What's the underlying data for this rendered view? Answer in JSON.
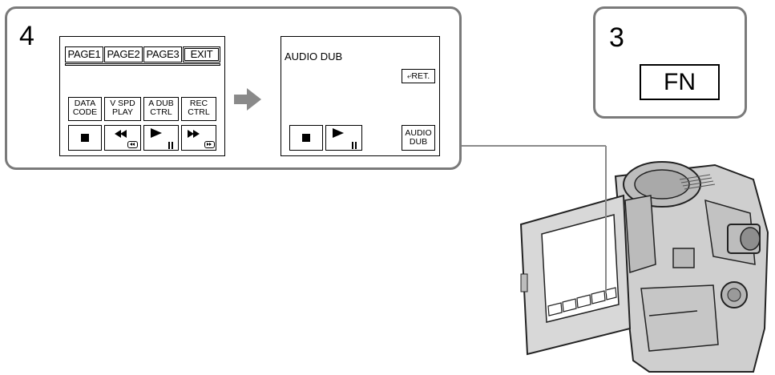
{
  "step_left": {
    "number": "4"
  },
  "step_right": {
    "number": "3",
    "fn_label": "FN"
  },
  "screen1": {
    "tabs": [
      "PAGE1",
      "PAGE2",
      "PAGE3",
      "EXIT"
    ],
    "buttons": [
      {
        "line1": "DATA",
        "line2": "CODE"
      },
      {
        "line1": "V  SPD",
        "line2": "PLAY"
      },
      {
        "line1": "A  DUB",
        "line2": "CTRL"
      },
      {
        "line1": "REC",
        "line2": "CTRL"
      }
    ]
  },
  "screen2": {
    "title": "AUDIO DUB",
    "ret_label": "RET.",
    "audio_dub_line1": "AUDIO",
    "audio_dub_line2": "DUB"
  },
  "colors": {
    "panel_border": "#7a7a7a",
    "arrow": "#8a8a8a",
    "camera_body": "#cfcfcf"
  }
}
